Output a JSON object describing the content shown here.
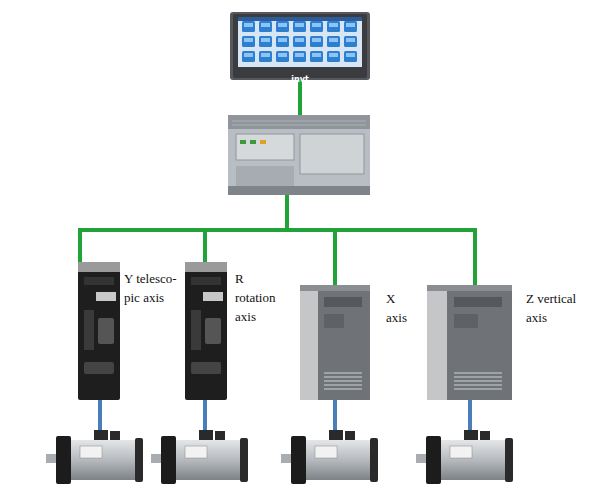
{
  "diagram": {
    "nodes": [
      {
        "text": [
          "Y telesco- pic axis"
        ]
      },
      {
        "text": [
          "R rotation axis"
        ]
      },
      {
        "text": [
          "X axis"
        ]
      },
      {
        "text": [
          "Z vertical axis"
        ]
      }
    ],
    "labels": [
      "invt"
    ]
  }
}
